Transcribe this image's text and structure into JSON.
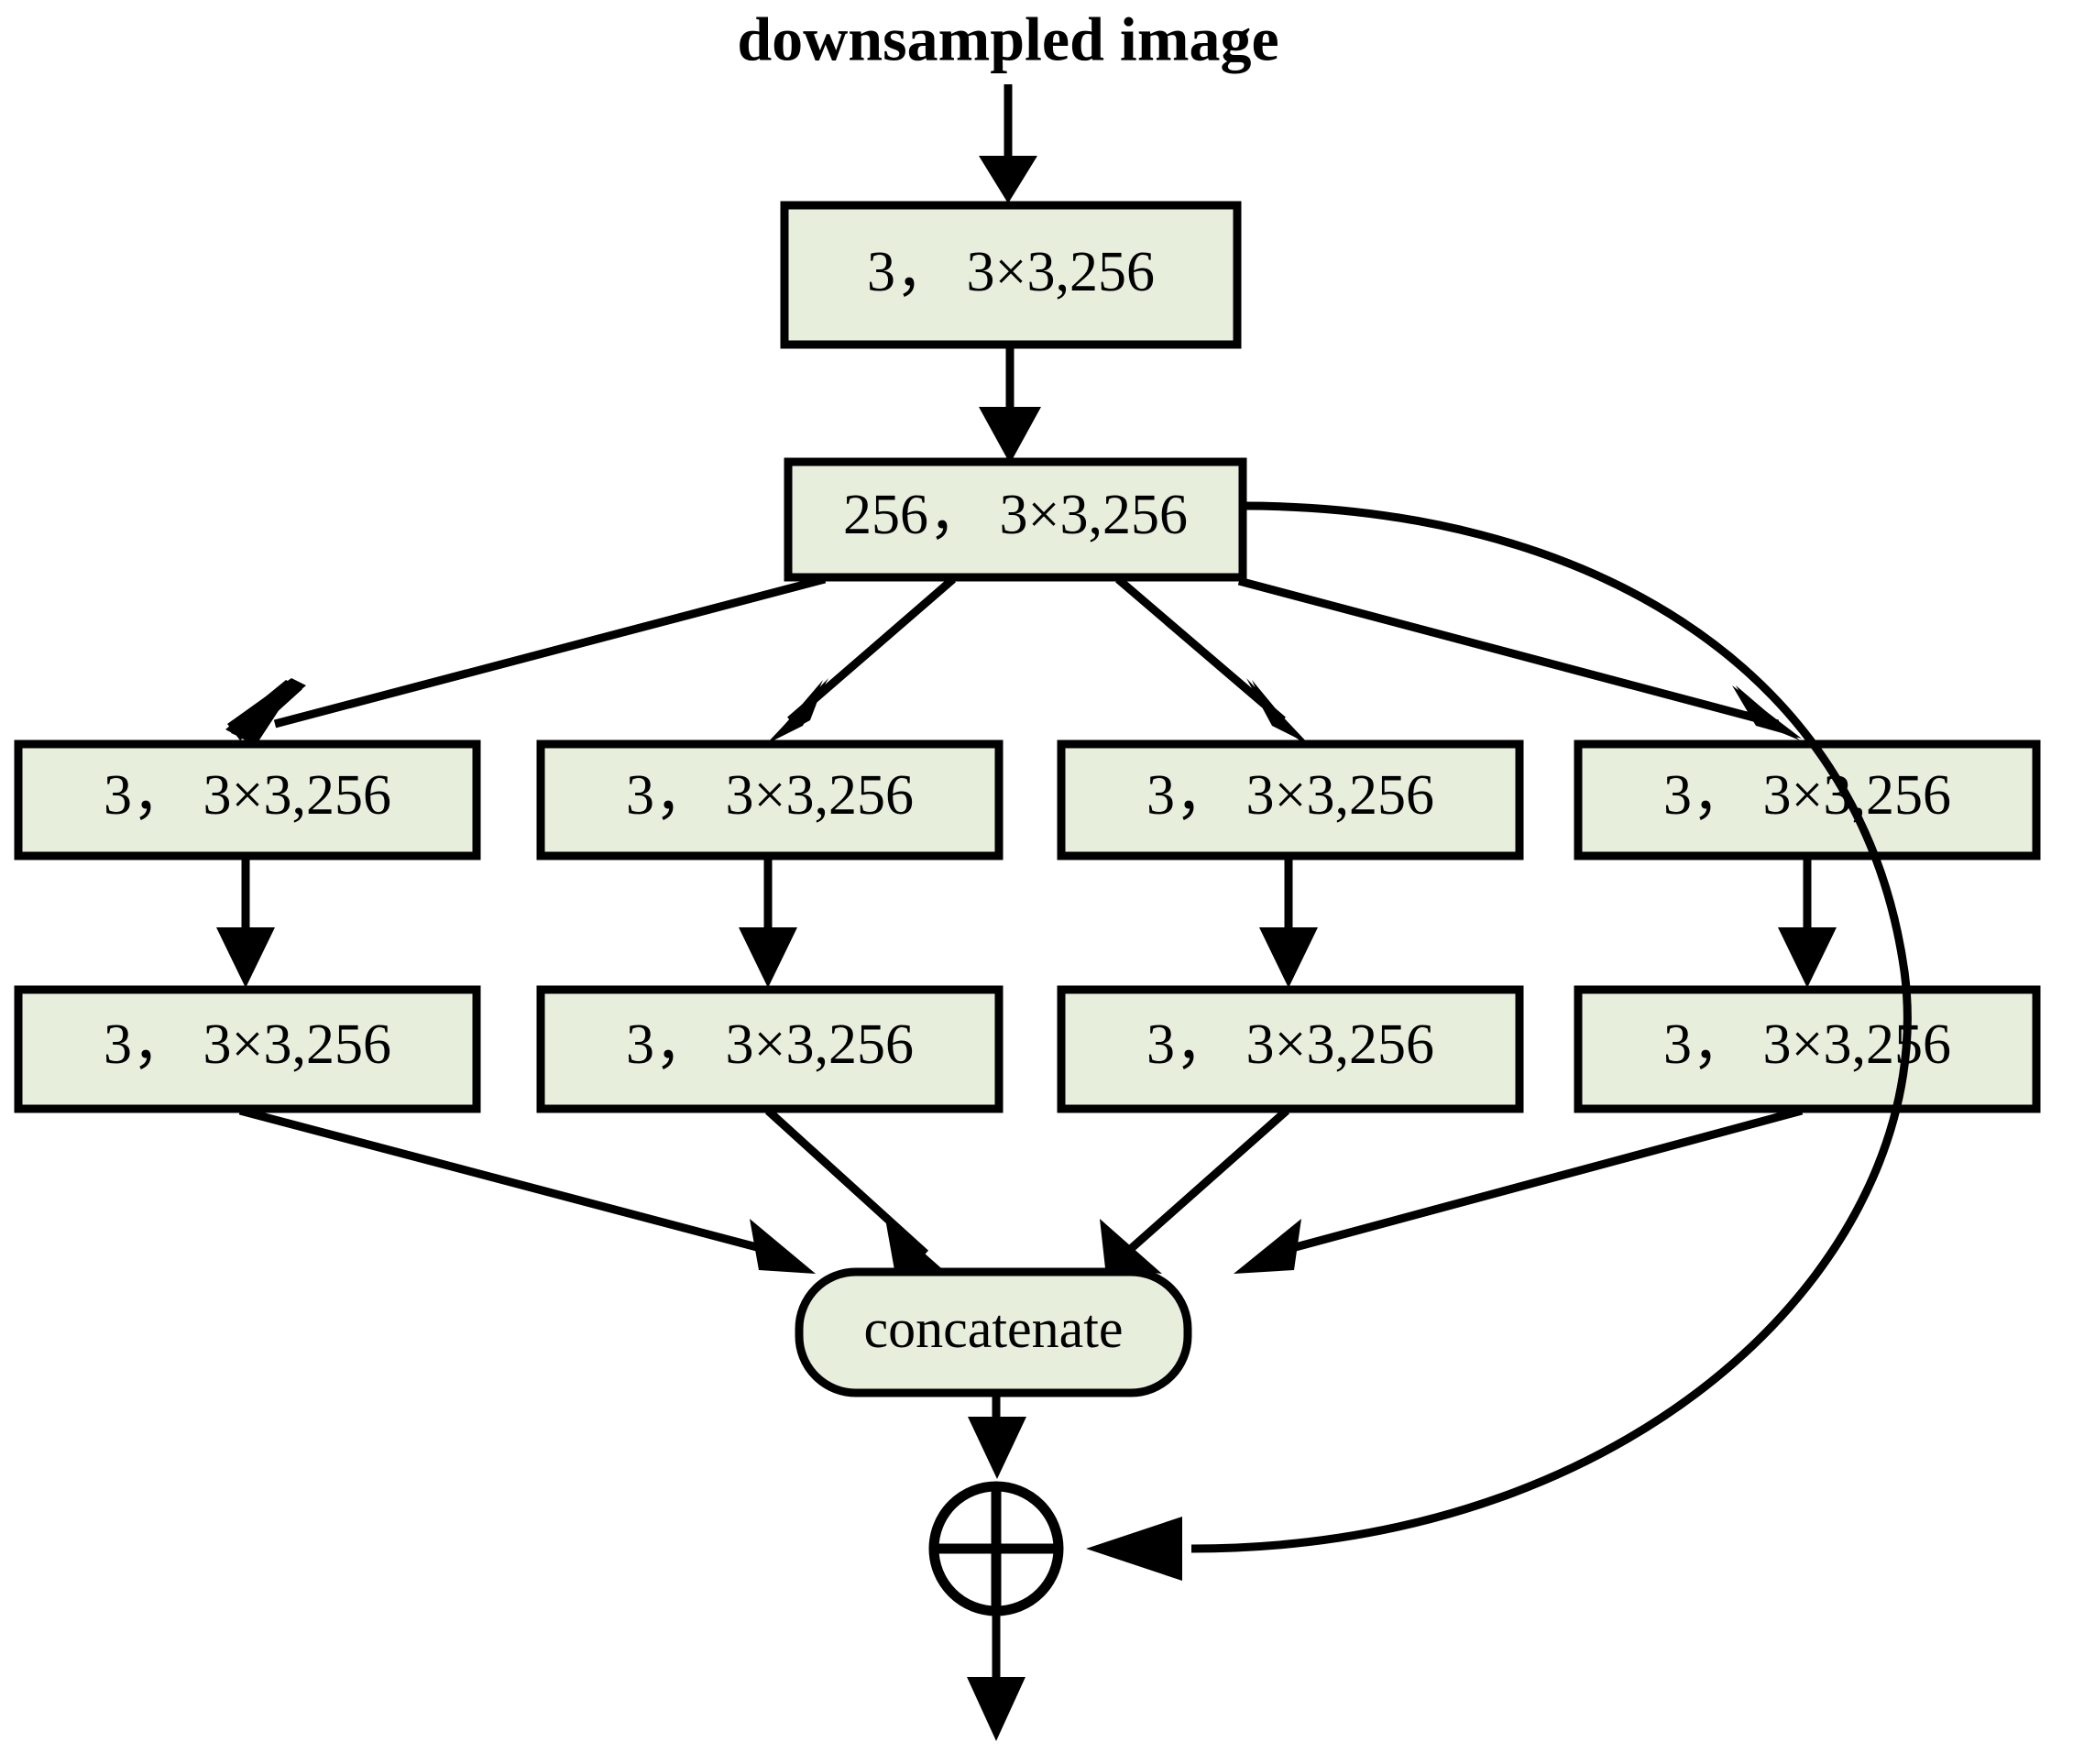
{
  "diagram": {
    "title": "downsampled image",
    "colors": {
      "node_fill": "#e8eedc",
      "node_stroke": "#000000",
      "background": "#ffffff",
      "text": "#000000"
    },
    "nodes": {
      "input_conv": {
        "label": "3， 3×3,256"
      },
      "main_conv": {
        "label": "256， 3×3,256"
      },
      "branch_row1": [
        {
          "label": "3， 3×3,256"
        },
        {
          "label": "3， 3×3,256"
        },
        {
          "label": "3， 3×3,256"
        },
        {
          "label": "3， 3×3,256"
        }
      ],
      "branch_row2": [
        {
          "label": "3， 3×3,256"
        },
        {
          "label": "3， 3×3,256"
        },
        {
          "label": "3， 3×3,256"
        },
        {
          "label": "3， 3×3,256"
        }
      ],
      "concatenate": {
        "label": "concatenate"
      },
      "add": {
        "label": "⊕",
        "icon": "circled-plus-icon"
      }
    },
    "edges": [
      {
        "from": "downsampled image",
        "to": "input_conv"
      },
      {
        "from": "input_conv",
        "to": "main_conv"
      },
      {
        "from": "main_conv",
        "to": "branch_row1[0]"
      },
      {
        "from": "main_conv",
        "to": "branch_row1[1]"
      },
      {
        "from": "main_conv",
        "to": "branch_row1[2]"
      },
      {
        "from": "main_conv",
        "to": "branch_row1[3]"
      },
      {
        "from": "branch_row1[0]",
        "to": "branch_row2[0]"
      },
      {
        "from": "branch_row1[1]",
        "to": "branch_row2[1]"
      },
      {
        "from": "branch_row1[2]",
        "to": "branch_row2[2]"
      },
      {
        "from": "branch_row1[3]",
        "to": "branch_row2[3]"
      },
      {
        "from": "branch_row2[0]",
        "to": "concatenate"
      },
      {
        "from": "branch_row2[1]",
        "to": "concatenate"
      },
      {
        "from": "branch_row2[2]",
        "to": "concatenate"
      },
      {
        "from": "branch_row2[3]",
        "to": "concatenate"
      },
      {
        "from": "concatenate",
        "to": "add"
      },
      {
        "from": "main_conv",
        "to": "add",
        "type": "skip-connection"
      },
      {
        "from": "add",
        "to": "output"
      }
    ]
  }
}
